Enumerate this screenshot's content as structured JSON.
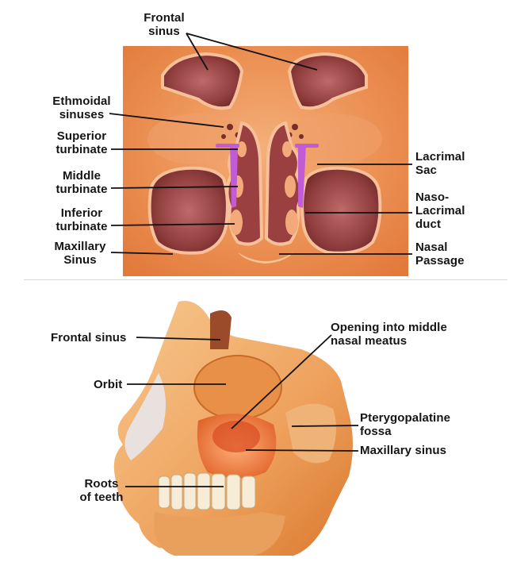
{
  "top_diagram": {
    "labels": {
      "frontal_sinus": [
        "Frontal",
        "sinus"
      ],
      "ethmoidal_sinuses": [
        "Ethmoidal",
        "sinuses"
      ],
      "superior_turbinate": [
        "Superior",
        "turbinate"
      ],
      "middle_turbinate": [
        "Middle",
        "turbinate"
      ],
      "inferior_turbinate": [
        "Inferior",
        "turbinate"
      ],
      "maxillary_sinus": [
        "Maxillary",
        "Sinus"
      ],
      "lacrimal_sac": [
        "Lacrimal",
        "Sac"
      ],
      "naso_lacrimal_duct": [
        "Naso-",
        "Lacrimal",
        "duct"
      ],
      "nasal_passage": [
        "Nasal",
        "Passage"
      ]
    }
  },
  "bottom_diagram": {
    "labels": {
      "frontal_sinus": "Frontal sinus",
      "orbit": "Orbit",
      "roots_of_teeth": [
        "Roots",
        "of teeth"
      ],
      "opening_middle_meatus": [
        "Opening into middle",
        "nasal meatus"
      ],
      "pterygopalatine_fossa": [
        "Pterygopalatine",
        "fossa"
      ],
      "maxillary_sinus": "Maxillary sinus"
    }
  },
  "colors": {
    "background_panel": "#e8894a",
    "sinus_fill": "#8a3a3a",
    "sinus_rim": "#f1b08a",
    "duct": "#c25bd6",
    "bone": "#f3b27a",
    "line": "#111111"
  }
}
